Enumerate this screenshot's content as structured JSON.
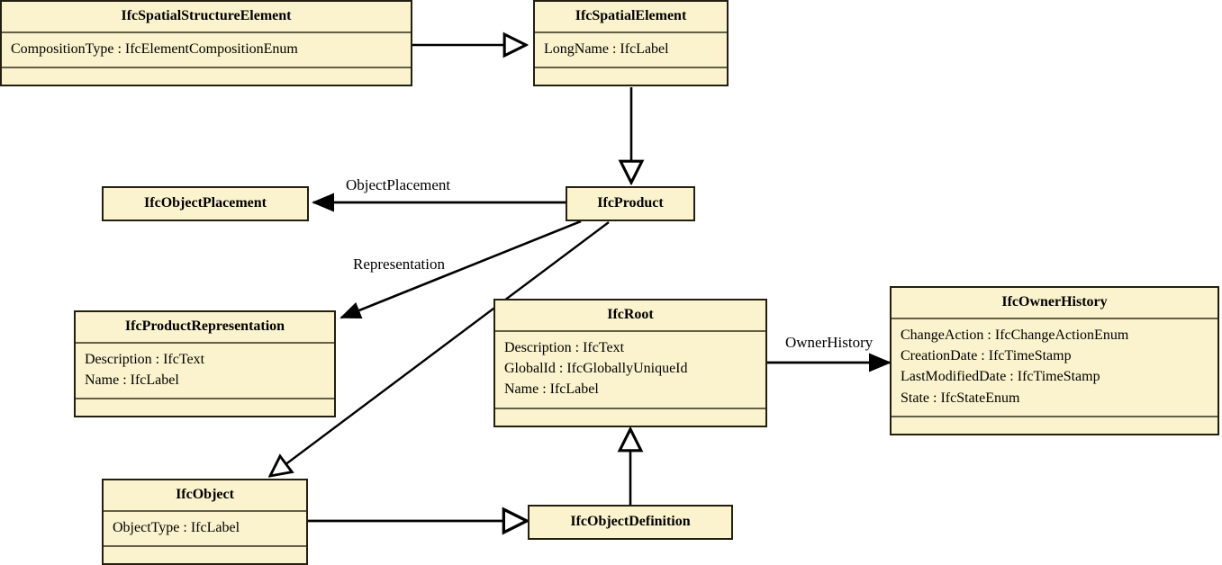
{
  "diagram": {
    "title": "IFC Product inheritance and association diagram",
    "background": "#ffffff",
    "class_fill": "#fbf3cd",
    "class_border": "#231f10",
    "divider_color": "#635f48",
    "line_color": "#000000"
  },
  "classes": [
    {
      "id": "IfcSpatialStructureElement",
      "name": "IfcSpatialStructureElement",
      "attributes": [
        "CompositionType : IfcElementCompositionEnum"
      ],
      "operations": [],
      "has_compartments": true
    },
    {
      "id": "IfcSpatialElement",
      "name": "IfcSpatialElement",
      "attributes": [
        "LongName : IfcLabel"
      ],
      "operations": [],
      "has_compartments": true
    },
    {
      "id": "IfcObjectPlacement",
      "name": "IfcObjectPlacement",
      "attributes": [],
      "operations": [],
      "has_compartments": false
    },
    {
      "id": "IfcProduct",
      "name": "IfcProduct",
      "attributes": [],
      "operations": [],
      "has_compartments": false
    },
    {
      "id": "IfcProductRepresentation",
      "name": "IfcProductRepresentation",
      "attributes": [
        "Description : IfcText",
        "Name : IfcLabel"
      ],
      "operations": [],
      "has_compartments": true
    },
    {
      "id": "IfcRoot",
      "name": "IfcRoot",
      "attributes": [
        "Description : IfcText",
        "GlobalId : IfcGloballyUniqueId",
        "Name : IfcLabel"
      ],
      "operations": [],
      "has_compartments": true
    },
    {
      "id": "IfcOwnerHistory",
      "name": "IfcOwnerHistory",
      "attributes": [
        "ChangeAction : IfcChangeActionEnum",
        "CreationDate : IfcTimeStamp",
        "LastModifiedDate : IfcTimeStamp",
        "State : IfcStateEnum"
      ],
      "operations": [],
      "has_compartments": true
    },
    {
      "id": "IfcObject",
      "name": "IfcObject",
      "attributes": [
        "ObjectType : IfcLabel"
      ],
      "operations": [],
      "has_compartments": true
    },
    {
      "id": "IfcObjectDefinition",
      "name": "IfcObjectDefinition",
      "attributes": [],
      "operations": [],
      "has_compartments": false
    }
  ],
  "edges": [
    {
      "id": "sse-to-se",
      "from": "IfcSpatialStructureElement",
      "to": "IfcSpatialElement",
      "kind": "generalization",
      "label": ""
    },
    {
      "id": "se-to-product",
      "from": "IfcSpatialElement",
      "to": "IfcProduct",
      "kind": "generalization",
      "label": ""
    },
    {
      "id": "product-to-placement",
      "from": "IfcProduct",
      "to": "IfcObjectPlacement",
      "kind": "association",
      "label": "ObjectPlacement"
    },
    {
      "id": "product-to-representation",
      "from": "IfcProduct",
      "to": "IfcProductRepresentation",
      "kind": "association",
      "label": "Representation"
    },
    {
      "id": "product-to-object",
      "from": "IfcProduct",
      "to": "IfcObject",
      "kind": "generalization",
      "label": ""
    },
    {
      "id": "root-to-ownerhistory",
      "from": "IfcRoot",
      "to": "IfcOwnerHistory",
      "kind": "association",
      "label": "OwnerHistory"
    },
    {
      "id": "objectdef-to-root",
      "from": "IfcObjectDefinition",
      "to": "IfcRoot",
      "kind": "generalization",
      "label": ""
    },
    {
      "id": "object-to-objectdef",
      "from": "IfcObject",
      "to": "IfcObjectDefinition",
      "kind": "generalization",
      "label": ""
    }
  ],
  "labels": {
    "object_placement": "ObjectPlacement",
    "representation": "Representation",
    "owner_history": "OwnerHistory"
  }
}
